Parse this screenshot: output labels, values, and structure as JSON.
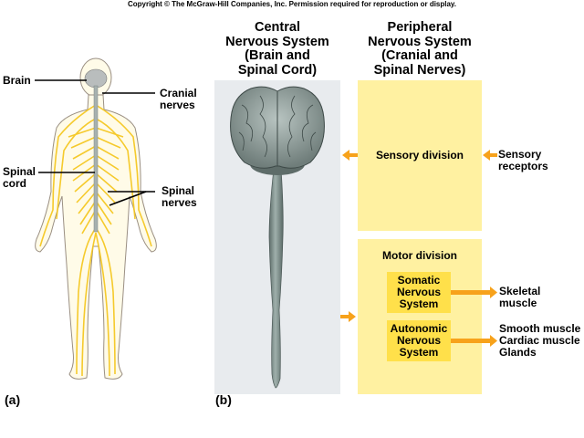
{
  "copyright": "Copyright © The McGraw-Hill Companies, Inc. Permission required for reproduction or display.",
  "panel_a": {
    "tag": "(a)",
    "labels": {
      "brain": "Brain",
      "cranial_nerves_1": "Cranial",
      "cranial_nerves_2": "nerves",
      "spinal_cord_1": "Spinal",
      "spinal_cord_2": "cord",
      "spinal_nerves_1": "Spinal",
      "spinal_nerves_2": "nerves"
    }
  },
  "panel_b": {
    "tag": "(b)",
    "cns_heading": [
      "Central",
      "Nervous System",
      "(Brain and",
      "Spinal Cord)"
    ],
    "pns_heading": [
      "Peripheral",
      "Nervous System",
      "(Cranial and",
      "Spinal Nerves)"
    ],
    "sensory_division": "Sensory division",
    "sensory_receptors": [
      "Sensory",
      "receptors"
    ],
    "motor_division": "Motor division",
    "somatic": [
      "Somatic",
      "Nervous",
      "System"
    ],
    "autonomic": [
      "Autonomic",
      "Nervous",
      "System"
    ],
    "skeletal_muscle": [
      "Skeletal",
      "muscle"
    ],
    "autonomic_targets": [
      "Smooth muscle",
      "Cardiac muscle",
      "Glands"
    ]
  },
  "colors": {
    "cns_panel": "#e8ebee",
    "pns_box": "#fff1a1",
    "sub_box": "#ffe04a",
    "arrow": "#f7a21b",
    "nerve": "#f5c518",
    "cord": "#8e9c99"
  }
}
